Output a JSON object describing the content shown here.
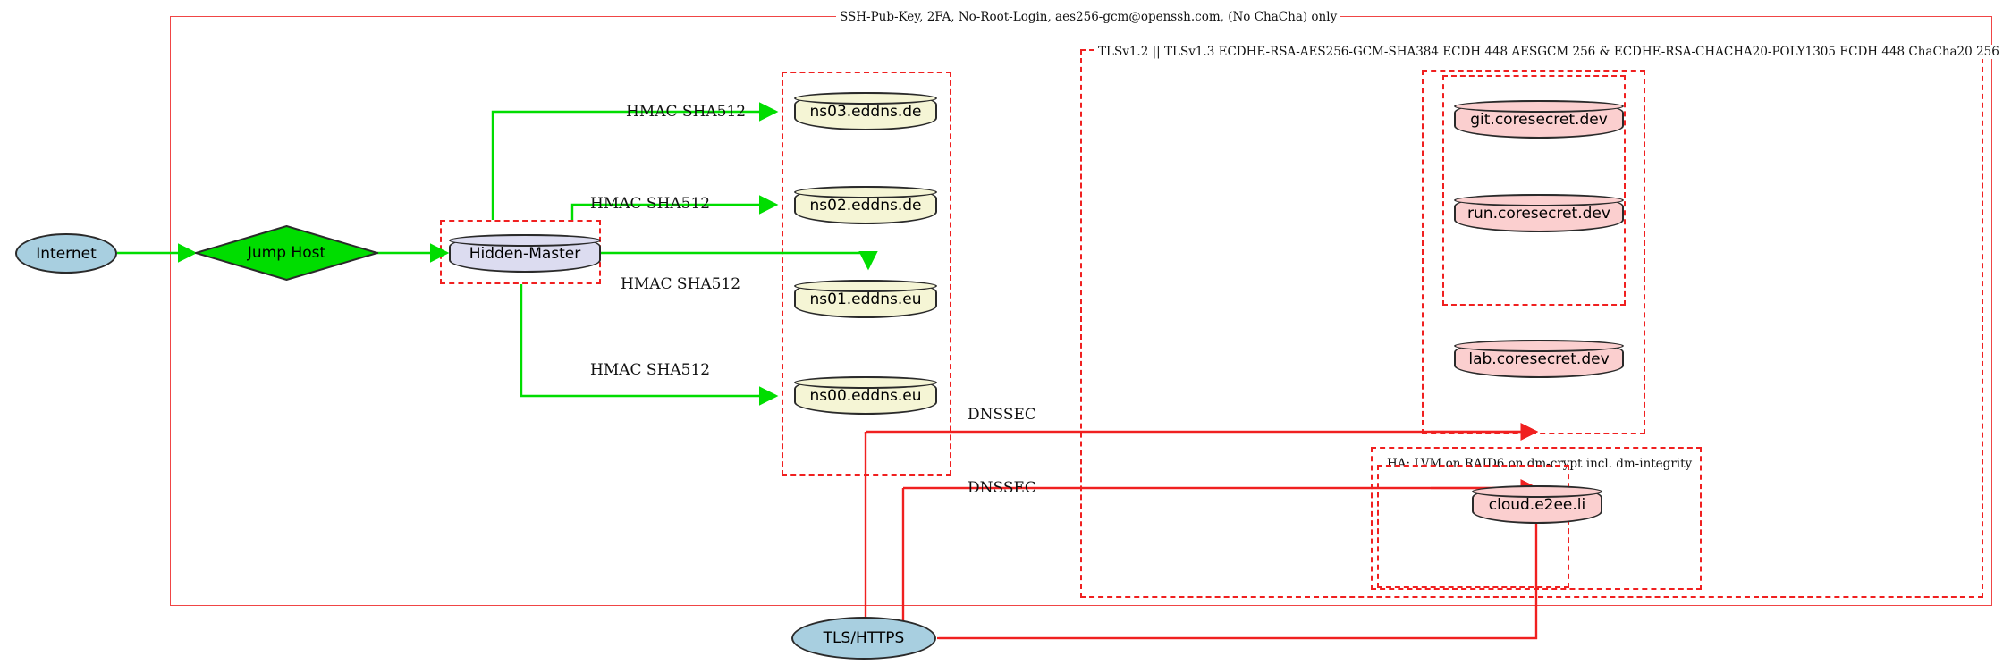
{
  "diagram": {
    "title_labels": {
      "ssh_policy": "SSH-Pub-Key, 2FA, No-Root-Login, aes256-gcm@openssh.com, (No ChaCha) only",
      "tls_policy": "TLSv1.2 || TLSv1.3 ECDHE-RSA-AES256-GCM-SHA384 ECDH 448 AESGCM 256 & ECDHE-RSA-CHACHA20-POLY1305 ECDH 448 ChaCha20 256",
      "ha_policy": "HA: LVM on RAID6 on dm-crypt incl. dm-integrity"
    },
    "nodes": {
      "internet": "Internet",
      "jump_host": "Jump Host",
      "hidden_master": "Hidden-Master",
      "ns03": "ns03.eddns.de",
      "ns02": "ns02.eddns.de",
      "ns01": "ns01.eddns.eu",
      "ns00": "ns00.eddns.eu",
      "git": "git.coresecret.dev",
      "run": "run.coresecret.dev",
      "lab": "lab.coresecret.dev",
      "cloud": "cloud.e2ee.li",
      "tls_https": "TLS/HTTPS"
    },
    "edge_labels": {
      "hmac_ns03": "HMAC SHA512",
      "hmac_ns02": "HMAC SHA512",
      "hmac_ns01": "HMAC SHA512",
      "hmac_ns00": "HMAC SHA512",
      "dnssec_upper": "DNSSEC",
      "dnssec_lower": "DNSSEC"
    },
    "colors": {
      "edge_green": "#00dd00",
      "edge_red": "#f02020",
      "cluster_red": "#f02020",
      "ellipse_blue": "#a8cfe0",
      "diamond_green": "#00dd00",
      "cyl_yellow": "#f5f5d5",
      "cyl_pink": "#fbcfcf",
      "cyl_lavender": "#dcdcf0",
      "stroke": "#2a2a2a",
      "background": "#ffffff"
    }
  }
}
